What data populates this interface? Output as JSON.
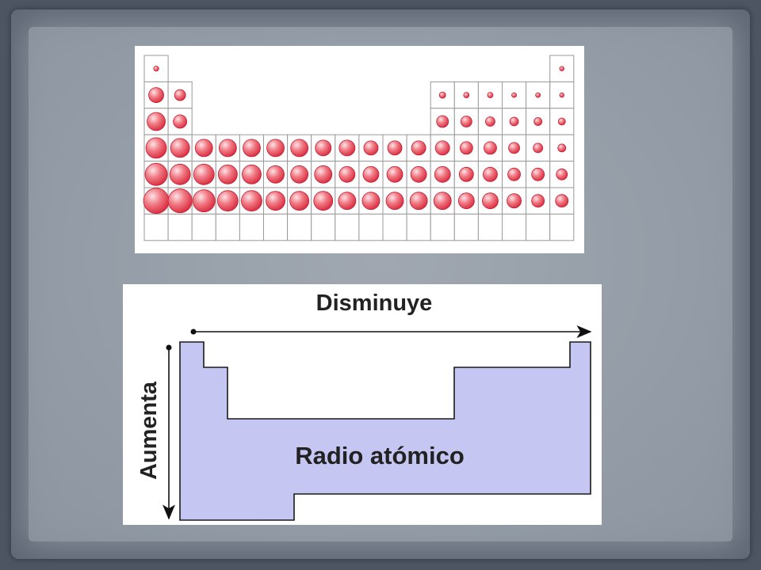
{
  "diagram": {
    "horizontal_label": "Disminuye",
    "vertical_label": "Aumenta",
    "region_label": "Radio atómico",
    "colors": {
      "slide_background": "#8a929d",
      "sphere": "#e8424f",
      "sphere_highlight": "#fde3e6",
      "grid_line": "#9a9a9a",
      "region_fill": "#c6c6f3",
      "region_stroke": "#1a1a1a"
    }
  }
}
